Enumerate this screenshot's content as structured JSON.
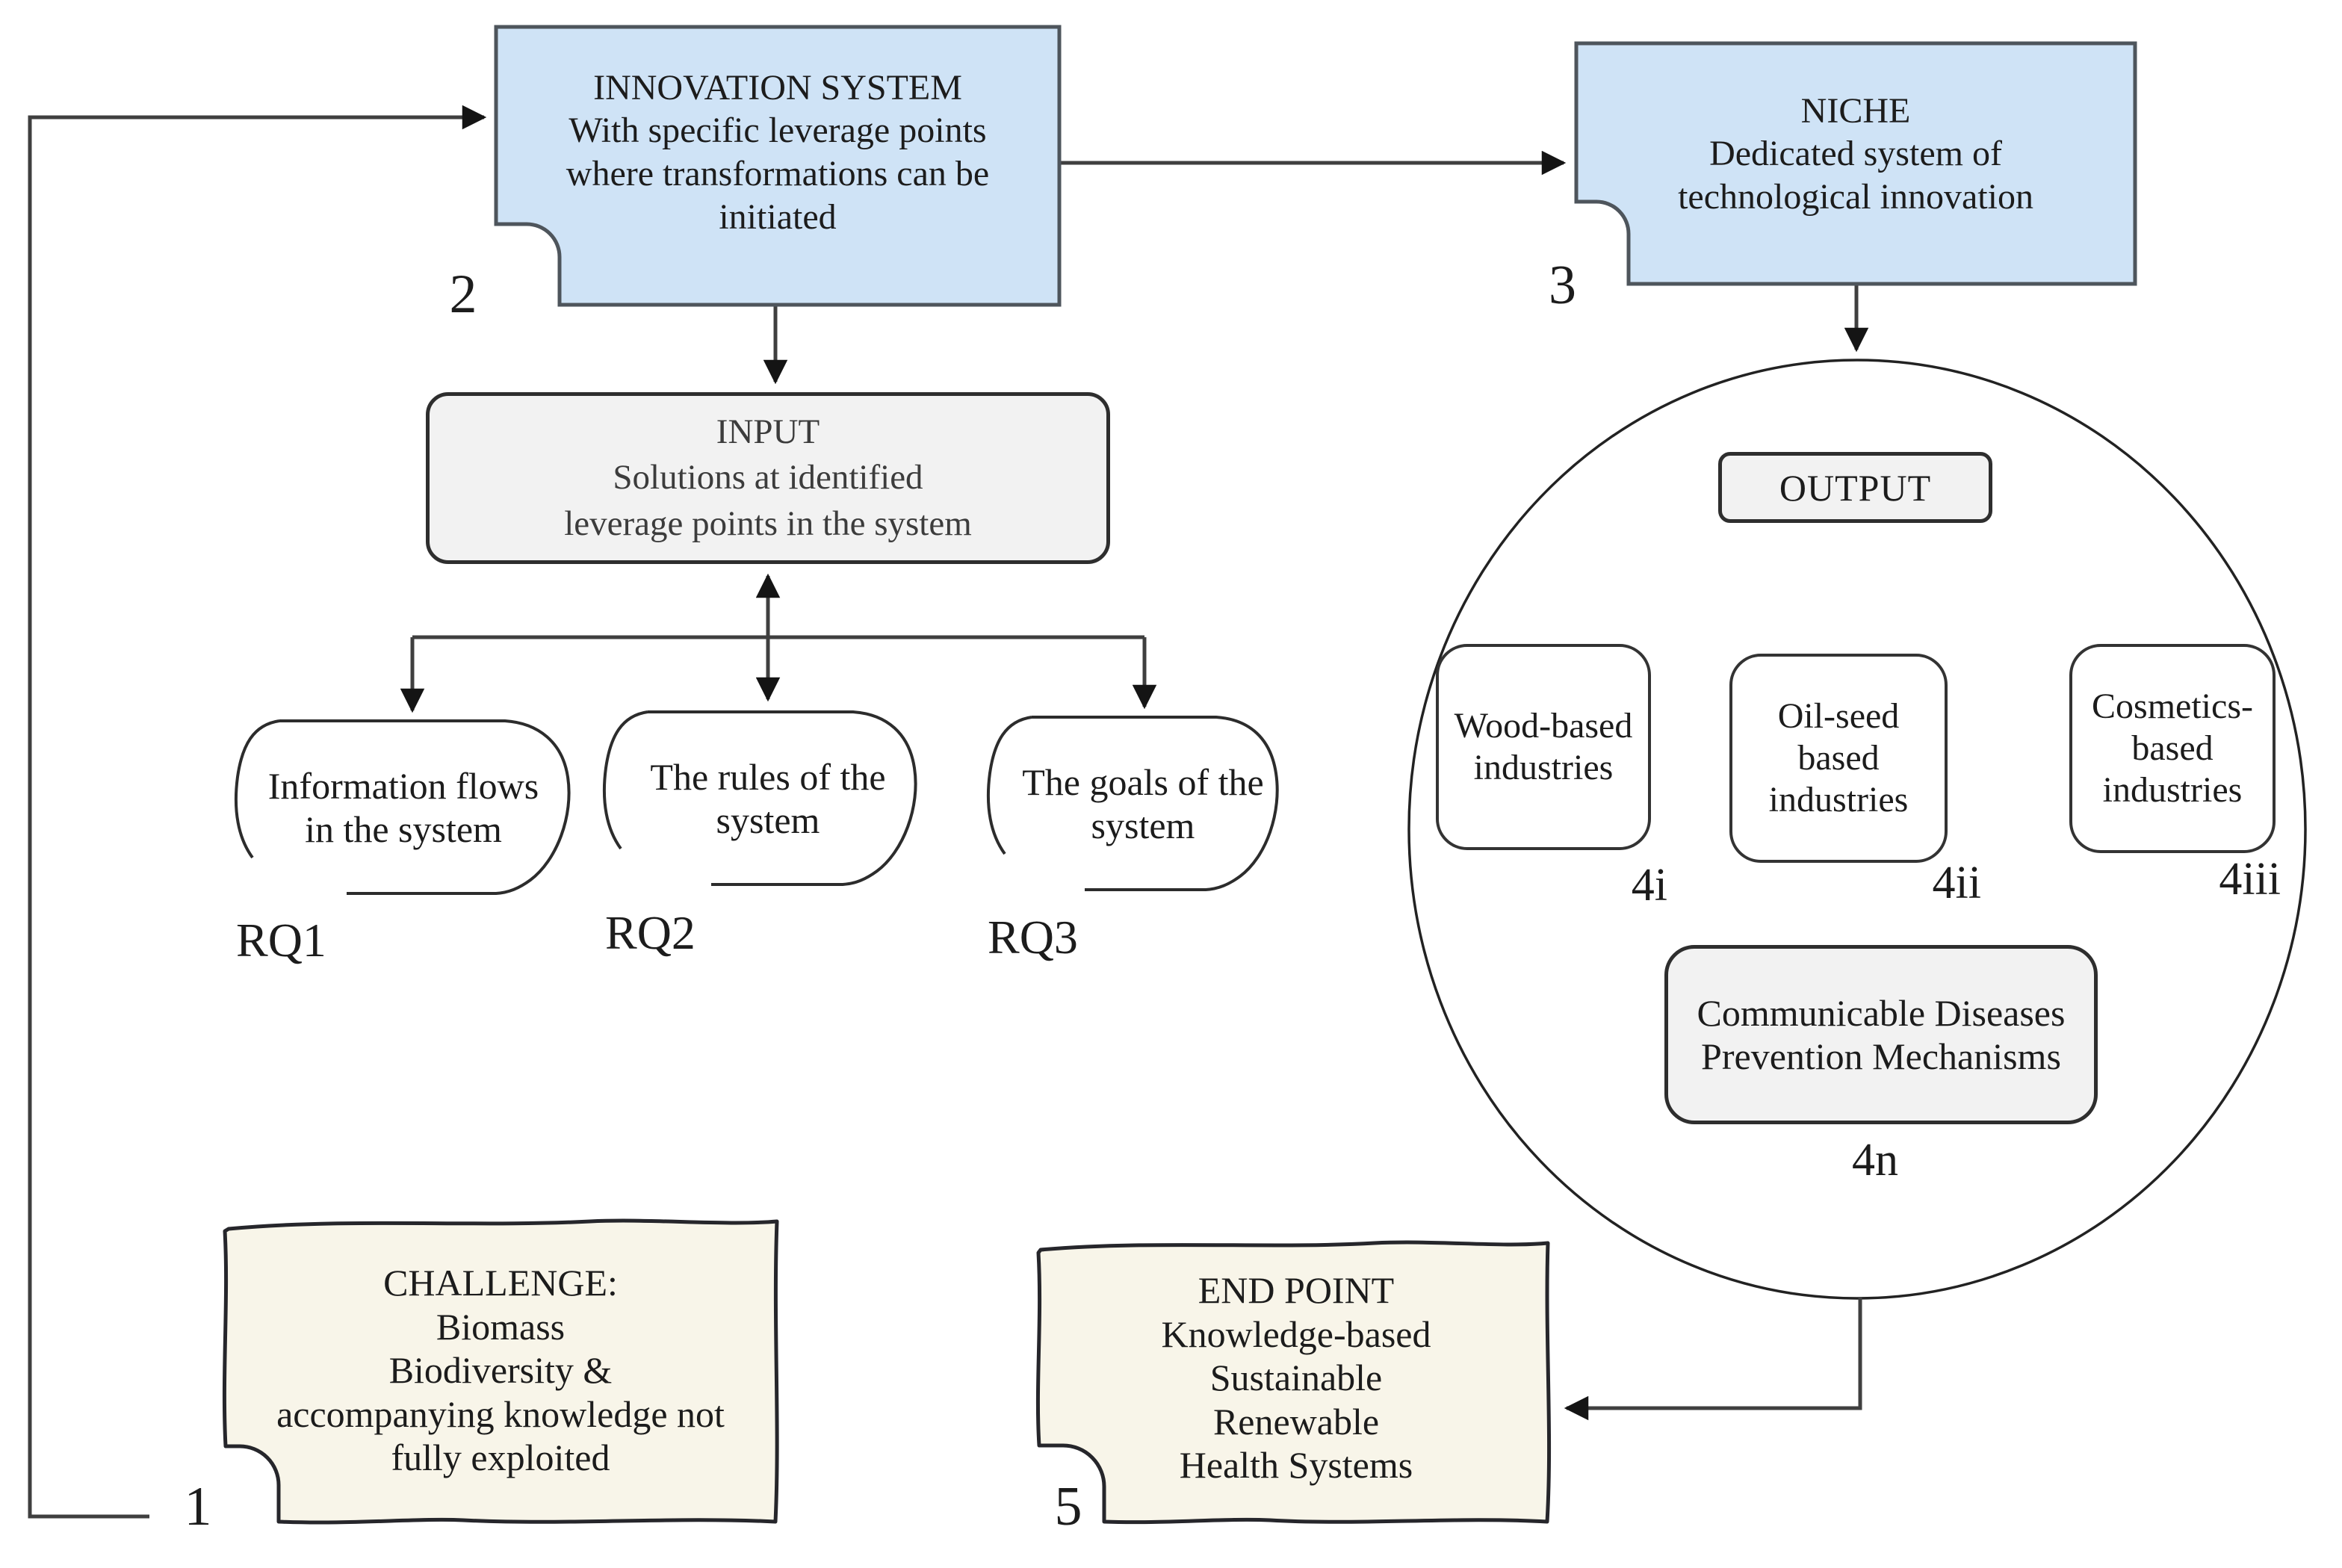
{
  "title": "Innovation system transformation diagram",
  "colors": {
    "blue-fill": "#cfe3f6",
    "blue-border": "#4e555c",
    "gray-fill": "#f2f2f2",
    "cream-fill": "#f8f5e9",
    "line": "#3f3f3f",
    "arrow": "#141414",
    "ink": "#1c1c1c"
  },
  "nodes": {
    "innovation": {
      "number": "2",
      "title": "INNOVATION SYSTEM",
      "body": "With specific leverage points\nwhere transformations can be\ninitiated"
    },
    "niche": {
      "number": "3",
      "title": "NICHE",
      "body": "Dedicated system of\ntechnological innovation"
    },
    "input": {
      "title": "INPUT",
      "body": "Solutions at identified\nleverage points in the system"
    },
    "rq1": {
      "label": "RQ1",
      "text": "Information flows\nin the system"
    },
    "rq2": {
      "label": "RQ2",
      "text": "The rules of the\nsystem"
    },
    "rq3": {
      "label": "RQ3",
      "text": "The goals of the\nsystem"
    },
    "output": {
      "title": "OUTPUT"
    },
    "wood": {
      "label": "4i",
      "text": "Wood-based\nindustries"
    },
    "oilseed": {
      "label": "4ii",
      "text": "Oil-seed\nbased\nindustries"
    },
    "cosmetics": {
      "label": "4iii",
      "text": "Cosmetics-\nbased\nindustries"
    },
    "communicable": {
      "label": "4n",
      "text": "Communicable Diseases\nPrevention Mechanisms"
    },
    "challenge": {
      "number": "1",
      "title": "CHALLENGE:",
      "body": "Biomass\nBiodiversity &\naccompanying knowledge not\nfully exploited"
    },
    "endpoint": {
      "number": "5",
      "title": "END POINT",
      "body": "Knowledge-based\nSustainable\nRenewable\nHealth Systems"
    }
  }
}
